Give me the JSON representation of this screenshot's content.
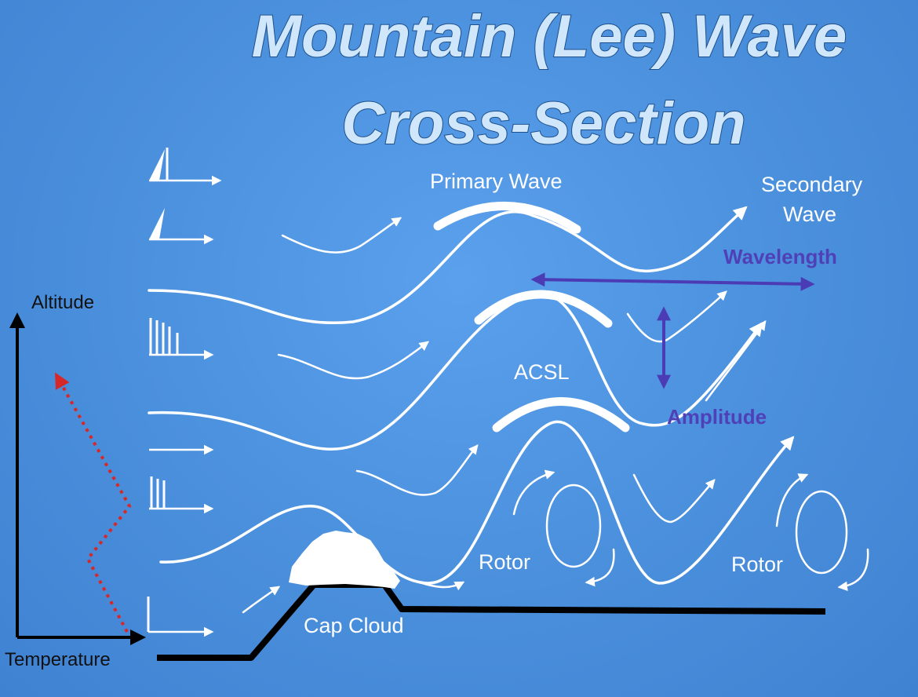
{
  "title": {
    "line1": "Mountain (Lee) Wave",
    "line2": "Cross-Section"
  },
  "labels": {
    "primary_wave": "Primary Wave",
    "secondary_wave_1": "Secondary",
    "secondary_wave_2": "Wave",
    "wavelength": "Wavelength",
    "amplitude": "Amplitude",
    "acsl": "ACSL",
    "rotor_left": "Rotor",
    "rotor_right": "Rotor",
    "cap_cloud": "Cap Cloud",
    "altitude": "Altitude",
    "temperature": "Temperature"
  },
  "colors": {
    "background": "#4a90dd",
    "title_fill": "#cfe6fb",
    "flow_lines": "#ffffff",
    "dimension_arrows": "#4b3bb5",
    "temperature_profile": "#d62828",
    "terrain": "#000000"
  }
}
